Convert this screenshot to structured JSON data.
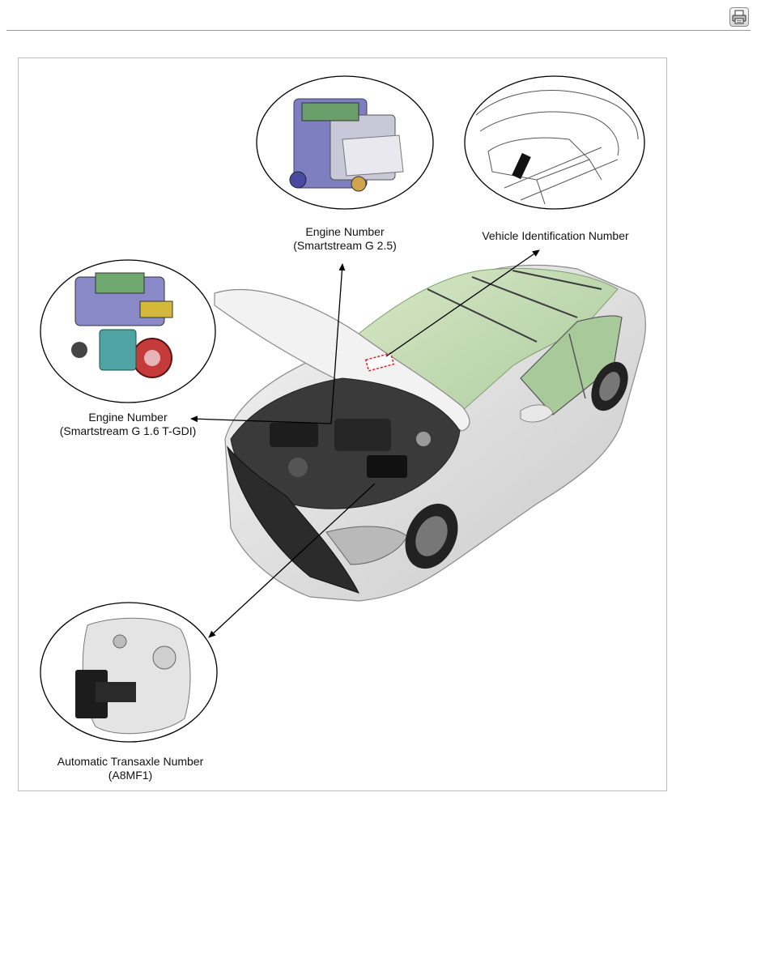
{
  "toolbar": {
    "print_icon": "printer-icon"
  },
  "figure": {
    "labels": {
      "engine_g25_title": "Engine Number",
      "engine_g25_sub": "(Smartstream G 2.5)",
      "vin": "Vehicle Identification Number",
      "engine_g16_title": "Engine Number",
      "engine_g16_sub": "(Smartstream G 1.6 T-GDI)",
      "transaxle_title": "Automatic Transaxle Number",
      "transaxle_sub": "(A8MF1)"
    }
  }
}
